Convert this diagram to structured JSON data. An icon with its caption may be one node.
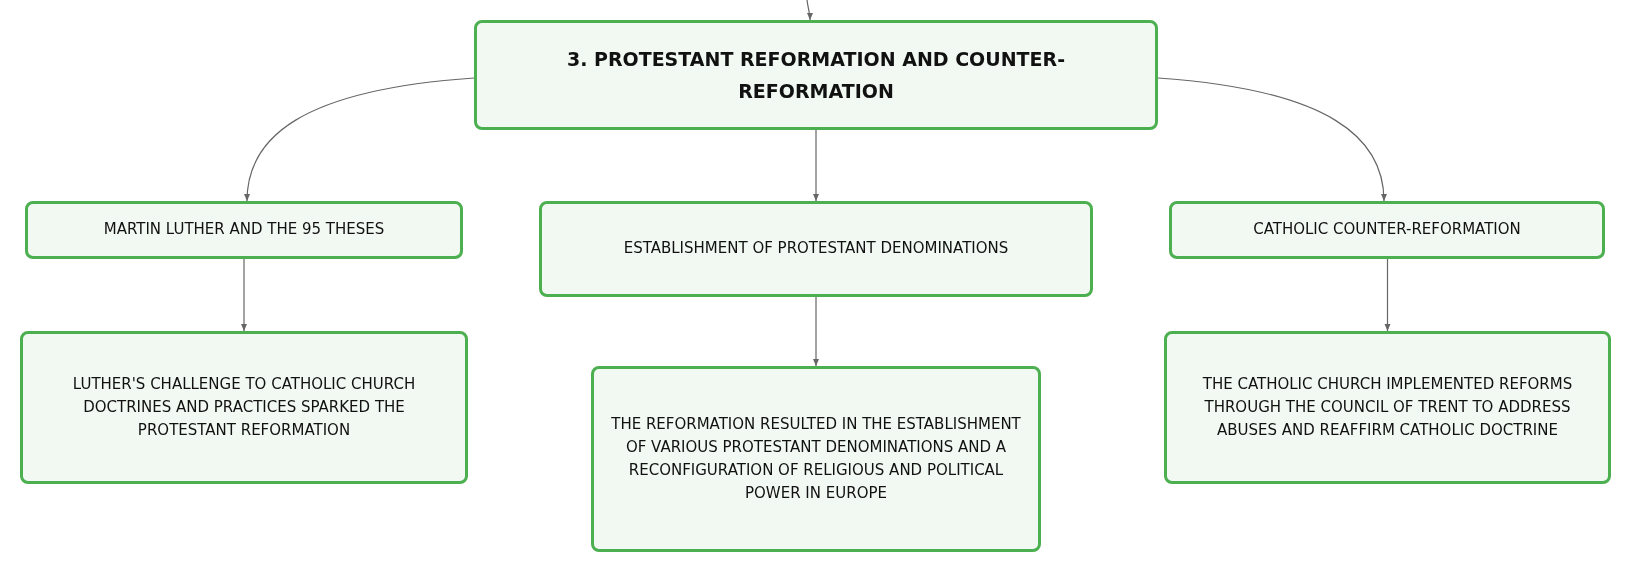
{
  "diagram": {
    "nodes": [
      {
        "text": [
          "3. PROTESTANT REFORMATION AND COUNTER-REFORMATION"
        ]
      },
      {
        "text": [
          "MARTIN LUTHER AND THE 95 THESES"
        ]
      },
      {
        "text": [
          "ESTABLISHMENT OF PROTESTANT DENOMINATIONS"
        ]
      },
      {
        "text": [
          "CATHOLIC COUNTER-REFORMATION"
        ]
      },
      {
        "text": [
          "LUTHER'S CHALLENGE TO CATHOLIC CHURCH DOCTRINES AND PRACTICES SPARKED THE PROTESTANT REFORMATION"
        ]
      },
      {
        "text": [
          "THE REFORMATION RESULTED IN THE ESTABLISHMENT OF VARIOUS PROTESTANT DENOMINATIONS AND A RECONFIGURATION OF RELIGIOUS AND POLITICAL POWER IN EUROPE"
        ]
      },
      {
        "text": [
          "THE CATHOLIC CHURCH IMPLEMENTED REFORMS THROUGH THE COUNCIL OF TRENT TO ADDRESS ABUSES AND REAFFIRM CATHOLIC DOCTRINE"
        ]
      }
    ],
    "edges": [
      {
        "from": null,
        "to": 0,
        "arrow": "to"
      },
      {
        "from": 0,
        "to": 1,
        "arrow": "to"
      },
      {
        "from": 0,
        "to": 2,
        "arrow": "to"
      },
      {
        "from": 0,
        "to": 3,
        "arrow": "to"
      },
      {
        "from": 1,
        "to": 4,
        "arrow": "to"
      },
      {
        "from": 2,
        "to": 5,
        "arrow": "to"
      },
      {
        "from": 3,
        "to": 6,
        "arrow": "to"
      }
    ]
  }
}
